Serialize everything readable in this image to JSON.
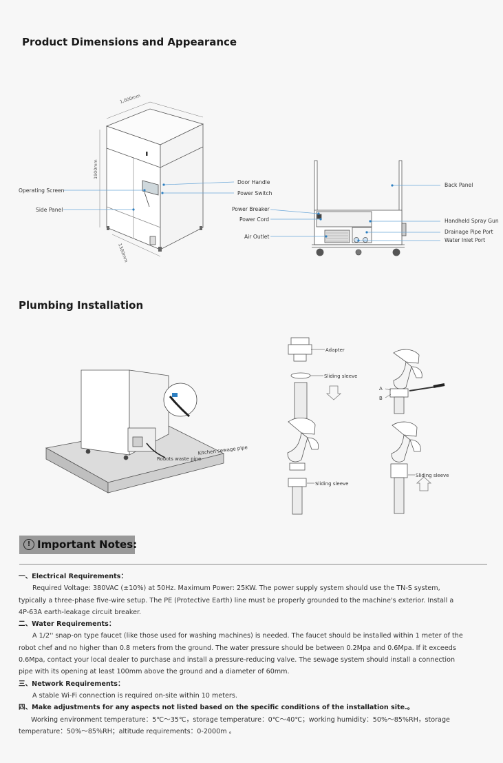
{
  "sections": {
    "dimensions_title": "Product Dimensions and Appearance",
    "plumbing_title": "Plumbing Installation"
  },
  "dimension_labels": {
    "width": "1,000mm",
    "height": "1900mm",
    "depth": "1300mm"
  },
  "front_labels": {
    "operating_screen": "Operating Screen",
    "side_panel": "Side Panel",
    "door_handle": "Door Handle",
    "power_switch": "Power Switch"
  },
  "back_labels": {
    "power_breaker": "Power Breaker",
    "power_cord": "Power Cord",
    "air_outlet": "Air Outlet",
    "back_panel": "Back Panel",
    "handheld_spray_gun": "Handheld Spray Gun",
    "drainage_pipe_port": "Drainage Pipe Port",
    "water_inlet_port": "Water Inlet Port"
  },
  "plumbing_labels": {
    "robot_waste_pipe": "Robots waste pipe",
    "kitchen_sewage_pipe": "Kitchen sewage pipe",
    "adapter": "Adapter",
    "sliding_sleeve_1": "Sliding sleeve",
    "sliding_sleeve_2": "Sliding sleeve",
    "sliding_sleeve_3": "Sliding sleeve",
    "point_a": "A",
    "point_b": "B"
  },
  "notes": {
    "title": "Important Notes:",
    "icon": "exclamation-circle-icon",
    "electrical_heading": "一、Electrical Requirements：",
    "electrical_body": "Required Voltage: 380VAC (±10%) at 50Hz. Maximum Power: 25KW. The power supply system should use the TN-S system, typically a three-phase five-wire setup. The PE (Protective Earth) line must be properly grounded to the machine's exterior. Install a 4P-63A earth-leakage circuit breaker.",
    "water_heading": "二、Water Requirements：",
    "water_body": "A 1/2'' snap-on type faucet (like those used for washing machines) is needed. The faucet should be installed within 1 meter of the robot chef and no higher than 0.8 meters from the ground. The water pressure should be between 0.2Mpa and 0.6Mpa. If it exceeds 0.6Mpa, contact your local dealer to purchase and install a pressure-reducing valve. The sewage system should install a connection pipe with its opening at least 100mm above the ground and a diameter of 60mm.",
    "network_heading": "三、Network Requirements：",
    "network_body": "A stable Wi-Fi connection is required on-site within 10 meters.",
    "adjust_heading": "四、Make adjustments for any aspects not listed based on the specific conditions of the installation site.。",
    "environment_body": "Working environment temperature：5℃～35℃，storage temperature：0℃～40℃；working humidity：50%～85%RH，storage temperature：50%～85%RH；altitude requirements：0-2000m 。"
  }
}
